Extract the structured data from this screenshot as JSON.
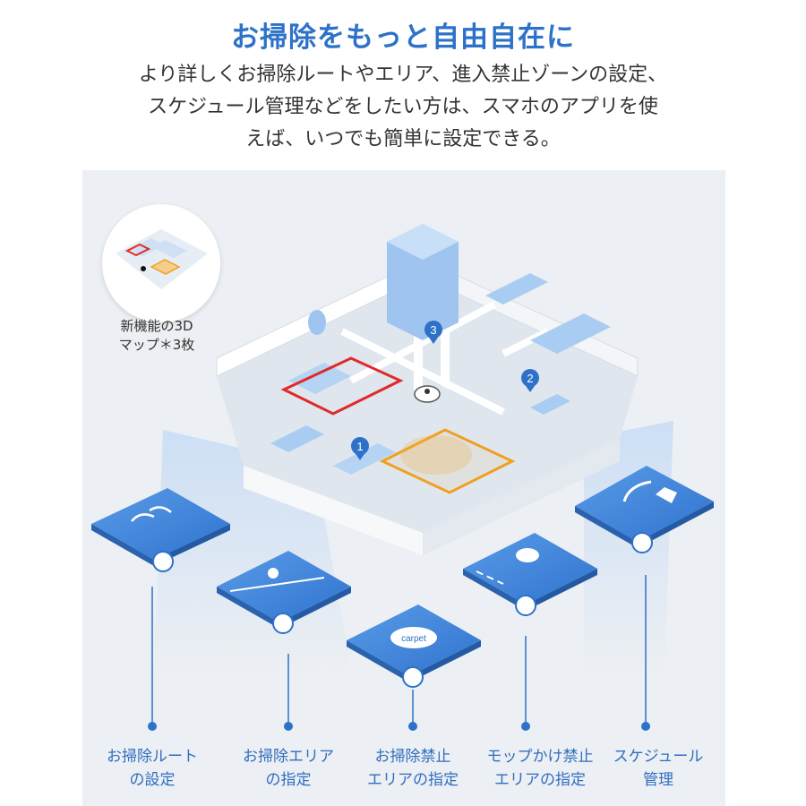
{
  "headline": "お掃除をもっと自由自在に",
  "description": [
    "より詳しくお掃除ルートやエリア、進入禁止ゾーンの設定、",
    "スケジュール管理などをしたい方は、スマホのアプリを使",
    "えば、いつでも簡単に設定できる。"
  ],
  "inset_caption": [
    "新機能の3D",
    "マップ＊3枚"
  ],
  "map_markers": [
    "1",
    "2",
    "3"
  ],
  "tile_text": "carpet",
  "features": [
    {
      "lines": [
        "お掃除ルート",
        "の設定"
      ],
      "icon": "route-icon"
    },
    {
      "lines": [
        "お掃除エリア",
        "の指定"
      ],
      "icon": "area-pin-icon"
    },
    {
      "lines": [
        "お掃除禁止",
        "エリアの指定"
      ],
      "icon": "carpet-icon"
    },
    {
      "lines": [
        "モップかけ禁止",
        "エリアの指定"
      ],
      "icon": "mop-cloud-icon"
    },
    {
      "lines": [
        "スケジュール",
        "管理"
      ],
      "icon": "swipe-hand-icon"
    }
  ],
  "colors": {
    "accent": "#2d72c8",
    "label": "#2f6fbf",
    "tile": "#3c82da",
    "wall": "#ffffff",
    "floor": "#dfe6ee",
    "no_go_zone": "#e02a2a",
    "clean_area": "#f0a020"
  }
}
